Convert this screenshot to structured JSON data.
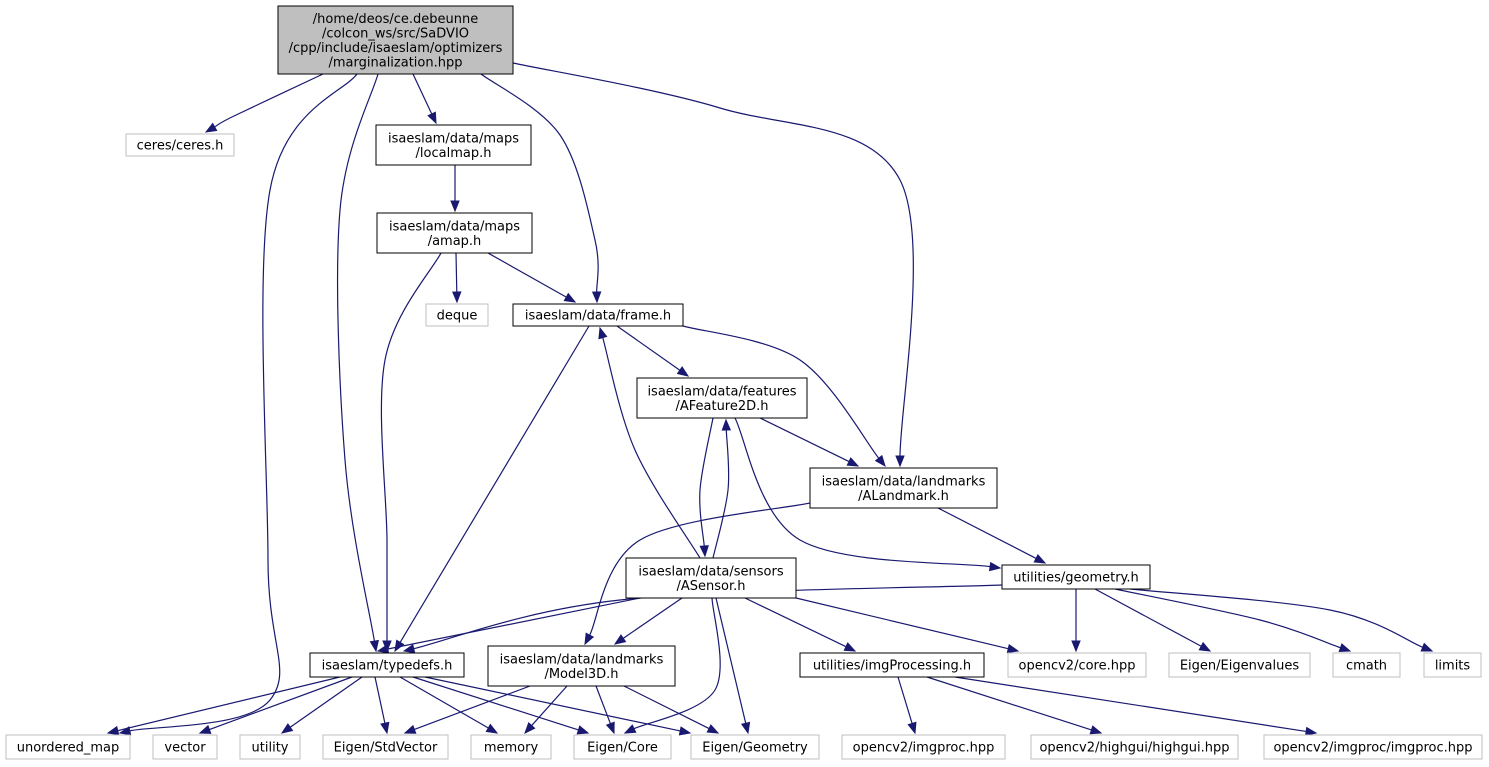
{
  "colors": {
    "root_fill": "#bfbfbf",
    "node_fill": "#ffffff",
    "node_border": "#000000",
    "external_border": "#bfbfbf",
    "edge": "#191970"
  },
  "nodes": [
    {
      "id": "root",
      "kind": "root",
      "lines": [
        "/home/deos/ce.debeunne",
        "/colcon_ws/src/SaDVIO",
        "/cpp/include/isaeslam/optimizers",
        "/marginalization.hpp"
      ]
    },
    {
      "id": "ceres",
      "kind": "external",
      "lines": [
        "ceres/ceres.h"
      ]
    },
    {
      "id": "localmap",
      "kind": "internal",
      "lines": [
        "isaeslam/data/maps",
        "/localmap.h"
      ]
    },
    {
      "id": "amap",
      "kind": "internal",
      "lines": [
        "isaeslam/data/maps",
        "/amap.h"
      ]
    },
    {
      "id": "deque",
      "kind": "external",
      "lines": [
        "deque"
      ]
    },
    {
      "id": "frame",
      "kind": "internal",
      "lines": [
        "isaeslam/data/frame.h"
      ]
    },
    {
      "id": "afeature",
      "kind": "internal",
      "lines": [
        "isaeslam/data/features",
        "/AFeature2D.h"
      ]
    },
    {
      "id": "alandmark",
      "kind": "internal",
      "lines": [
        "isaeslam/data/landmarks",
        "/ALandmark.h"
      ]
    },
    {
      "id": "asensor",
      "kind": "internal",
      "lines": [
        "isaeslam/data/sensors",
        "/ASensor.h"
      ]
    },
    {
      "id": "geometry",
      "kind": "internal",
      "lines": [
        "utilities/geometry.h"
      ]
    },
    {
      "id": "typedefs",
      "kind": "internal",
      "lines": [
        "isaeslam/typedefs.h"
      ]
    },
    {
      "id": "model3d",
      "kind": "internal",
      "lines": [
        "isaeslam/data/landmarks",
        "/Model3D.h"
      ]
    },
    {
      "id": "imgproc",
      "kind": "internal",
      "lines": [
        "utilities/imgProcessing.h"
      ]
    },
    {
      "id": "cvcore",
      "kind": "external",
      "lines": [
        "opencv2/core.hpp"
      ]
    },
    {
      "id": "eigenvalues",
      "kind": "external",
      "lines": [
        "Eigen/Eigenvalues"
      ]
    },
    {
      "id": "cmath",
      "kind": "external",
      "lines": [
        "cmath"
      ]
    },
    {
      "id": "limits",
      "kind": "external",
      "lines": [
        "limits"
      ]
    },
    {
      "id": "unordered_map",
      "kind": "external",
      "lines": [
        "unordered_map"
      ]
    },
    {
      "id": "vector",
      "kind": "external",
      "lines": [
        "vector"
      ]
    },
    {
      "id": "utility",
      "kind": "external",
      "lines": [
        "utility"
      ]
    },
    {
      "id": "stdvector",
      "kind": "external",
      "lines": [
        "Eigen/StdVector"
      ]
    },
    {
      "id": "memory",
      "kind": "external",
      "lines": [
        "memory"
      ]
    },
    {
      "id": "eigencore",
      "kind": "external",
      "lines": [
        "Eigen/Core"
      ]
    },
    {
      "id": "eigengeometry",
      "kind": "external",
      "lines": [
        "Eigen/Geometry"
      ]
    },
    {
      "id": "cvimgproc",
      "kind": "external",
      "lines": [
        "opencv2/imgproc.hpp"
      ]
    },
    {
      "id": "highgui",
      "kind": "external",
      "lines": [
        "opencv2/highgui/highgui.hpp"
      ]
    },
    {
      "id": "imgproc2",
      "kind": "external",
      "lines": [
        "opencv2/imgproc/imgproc.hpp"
      ]
    }
  ],
  "edges": [
    {
      "from": "root",
      "to": "ceres"
    },
    {
      "from": "root",
      "to": "localmap"
    },
    {
      "from": "root",
      "to": "frame"
    },
    {
      "from": "root",
      "to": "alandmark"
    },
    {
      "from": "root",
      "to": "typedefs"
    },
    {
      "from": "root",
      "to": "unordered_map"
    },
    {
      "from": "localmap",
      "to": "amap"
    },
    {
      "from": "amap",
      "to": "deque"
    },
    {
      "from": "amap",
      "to": "frame"
    },
    {
      "from": "amap",
      "to": "typedefs"
    },
    {
      "from": "frame",
      "to": "afeature"
    },
    {
      "from": "frame",
      "to": "alandmark"
    },
    {
      "from": "frame",
      "to": "typedefs"
    },
    {
      "from": "afeature",
      "to": "alandmark"
    },
    {
      "from": "afeature",
      "to": "asensor"
    },
    {
      "from": "afeature",
      "to": "geometry"
    },
    {
      "from": "asensor",
      "to": "frame"
    },
    {
      "from": "asensor",
      "to": "afeature"
    },
    {
      "from": "asensor",
      "to": "typedefs"
    },
    {
      "from": "asensor",
      "to": "model3d"
    },
    {
      "from": "asensor",
      "to": "imgproc"
    },
    {
      "from": "asensor",
      "to": "cvcore"
    },
    {
      "from": "asensor",
      "to": "eigencore"
    },
    {
      "from": "asensor",
      "to": "eigengeometry"
    },
    {
      "from": "alandmark",
      "to": "geometry"
    },
    {
      "from": "alandmark",
      "to": "model3d"
    },
    {
      "from": "geometry",
      "to": "typedefs"
    },
    {
      "from": "geometry",
      "to": "cvcore"
    },
    {
      "from": "geometry",
      "to": "eigenvalues"
    },
    {
      "from": "geometry",
      "to": "cmath"
    },
    {
      "from": "geometry",
      "to": "limits"
    },
    {
      "from": "typedefs",
      "to": "unordered_map"
    },
    {
      "from": "typedefs",
      "to": "vector"
    },
    {
      "from": "typedefs",
      "to": "utility"
    },
    {
      "from": "typedefs",
      "to": "stdvector"
    },
    {
      "from": "typedefs",
      "to": "memory"
    },
    {
      "from": "typedefs",
      "to": "eigencore"
    },
    {
      "from": "typedefs",
      "to": "eigengeometry"
    },
    {
      "from": "model3d",
      "to": "stdvector"
    },
    {
      "from": "model3d",
      "to": "memory"
    },
    {
      "from": "model3d",
      "to": "eigencore"
    },
    {
      "from": "model3d",
      "to": "eigengeometry"
    },
    {
      "from": "imgproc",
      "to": "cvimgproc"
    },
    {
      "from": "imgproc",
      "to": "highgui"
    },
    {
      "from": "imgproc",
      "to": "imgproc2"
    }
  ]
}
